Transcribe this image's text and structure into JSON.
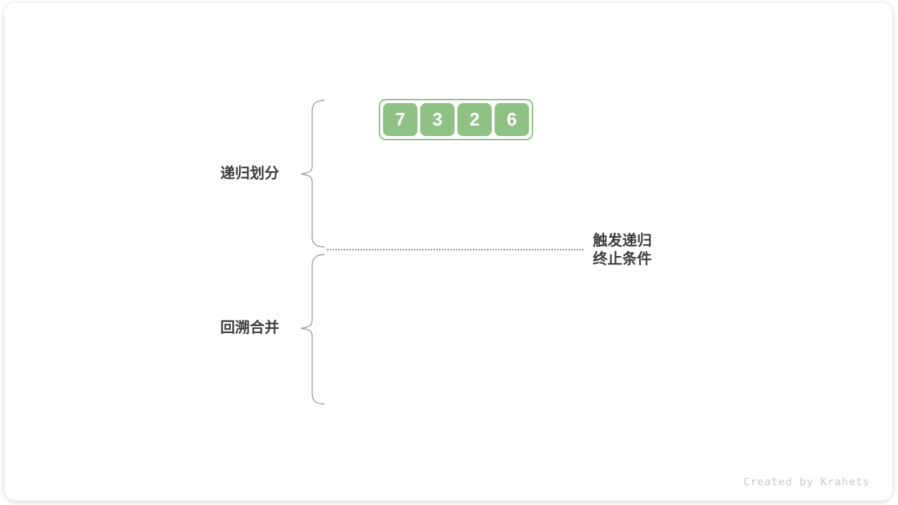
{
  "array": {
    "values": [
      "7",
      "3",
      "2",
      "6"
    ],
    "cell_color": "#8FC184",
    "border_color": "#8FC184",
    "value_color": "#FFFFFF"
  },
  "phases": {
    "top_label": "递归划分",
    "bottom_label": "回溯合并"
  },
  "termination": {
    "line1": "触发递归",
    "line2": "终止条件"
  },
  "watermark": {
    "text": "Created by Krahets"
  },
  "colors": {
    "label_text": "#3C3C3C",
    "brace": "#9A9A9A",
    "dotted_line": "#8A8A8A",
    "watermark": "#C9C9C9",
    "card_background": "#FFFFFF"
  }
}
